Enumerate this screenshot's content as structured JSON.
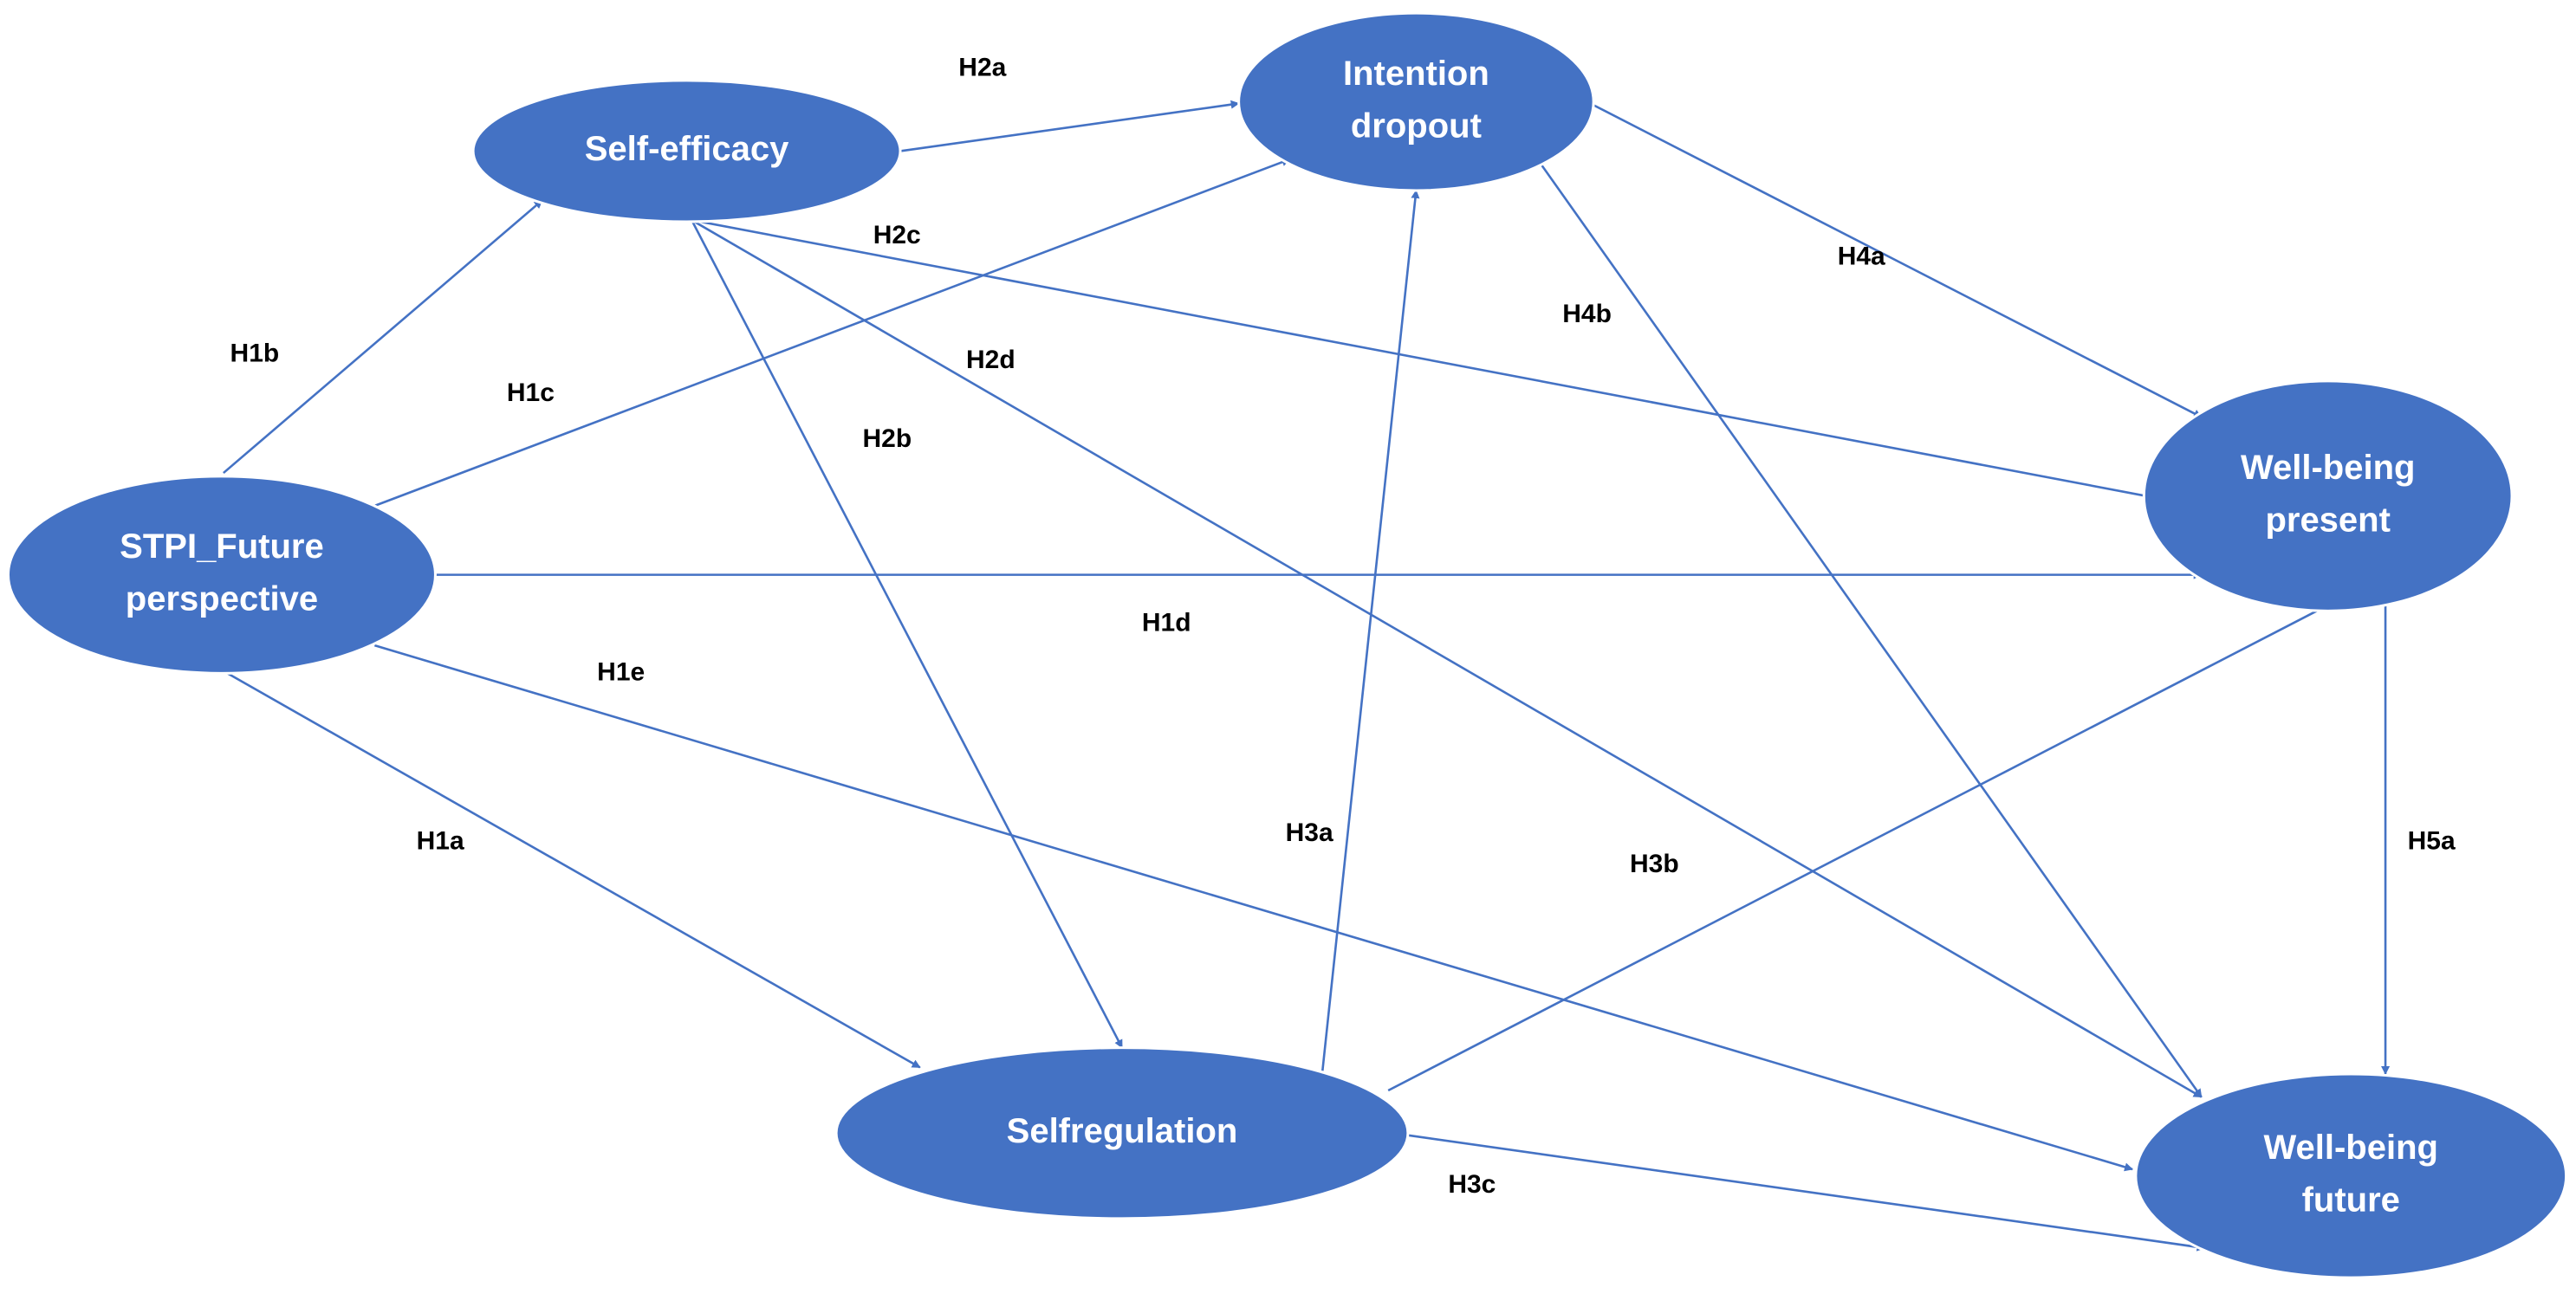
{
  "diagram": {
    "colors": {
      "node_fill": "#4472C4",
      "node_text": "#ffffff",
      "edge": "#4472C4",
      "edge_label": "#000000"
    },
    "nodes": [
      {
        "id": "stpi",
        "lines": [
          "STPI_Future",
          "perspective"
        ]
      },
      {
        "id": "self_efficacy",
        "lines": [
          "Self-efficacy"
        ]
      },
      {
        "id": "intention",
        "lines": [
          "Intention",
          "dropout"
        ]
      },
      {
        "id": "selfregulation",
        "lines": [
          "Selfregulation"
        ]
      },
      {
        "id": "wb_present",
        "lines": [
          "Well-being",
          "present"
        ]
      },
      {
        "id": "wb_future",
        "lines": [
          "Well-being",
          "future"
        ]
      }
    ],
    "edges": [
      {
        "from": "stpi",
        "to": "selfregulation",
        "label": "H1a"
      },
      {
        "from": "stpi",
        "to": "self_efficacy",
        "label": "H1b"
      },
      {
        "from": "stpi",
        "to": "intention",
        "label": "H1c"
      },
      {
        "from": "stpi",
        "to": "wb_present",
        "label": "H1d"
      },
      {
        "from": "stpi",
        "to": "wb_future",
        "label": "H1e"
      },
      {
        "from": "self_efficacy",
        "to": "intention",
        "label": "H2a"
      },
      {
        "from": "self_efficacy",
        "to": "selfregulation",
        "label": "H2b"
      },
      {
        "from": "self_efficacy",
        "to": "wb_present",
        "label": "H2c"
      },
      {
        "from": "self_efficacy",
        "to": "wb_future",
        "label": "H2d"
      },
      {
        "from": "selfregulation",
        "to": "intention",
        "label": "H3a"
      },
      {
        "from": "selfregulation",
        "to": "wb_present",
        "label": "H3b"
      },
      {
        "from": "selfregulation",
        "to": "wb_future",
        "label": "H3c"
      },
      {
        "from": "intention",
        "to": "wb_present",
        "label": "H4a"
      },
      {
        "from": "intention",
        "to": "wb_future",
        "label": "H4b"
      },
      {
        "from": "wb_present",
        "to": "wb_future",
        "label": "H5a"
      }
    ]
  }
}
